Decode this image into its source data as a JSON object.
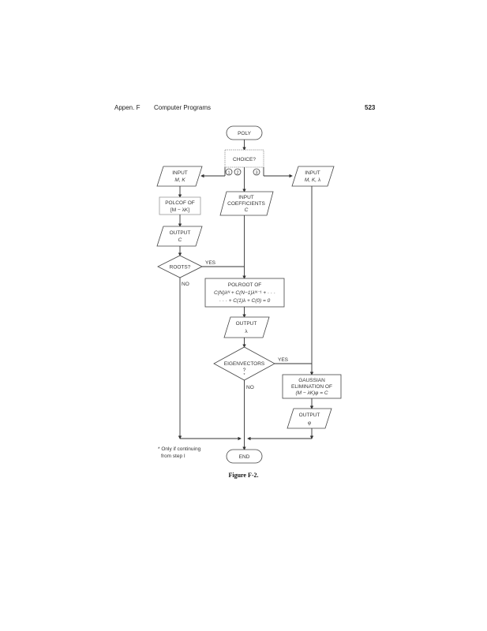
{
  "header": {
    "section": "Appen. F",
    "title": "Computer Programs",
    "page_number": "523"
  },
  "flowchart": {
    "start": "POLY",
    "choice": "CHOICE?",
    "choice_options": [
      "1",
      "2",
      "3"
    ],
    "input_m_k": [
      "INPUT",
      "M, K"
    ],
    "polcof": [
      "POLCOF OF",
      "[M − λK]"
    ],
    "output_c": [
      "OUTPUT",
      "C"
    ],
    "roots_decision": "ROOTS?",
    "input_coefficients": [
      "INPUT",
      "COEFFICIENTS",
      "C"
    ],
    "input_m_k_lambda": [
      "INPUT",
      "M, K, λ"
    ],
    "polroot": [
      "POLROOT OF",
      "C(N)λᴺ + C(N−1)λᴺ⁻¹ + · · ·",
      "· · · + C(1)λ + C(0) = 0"
    ],
    "output_lambda": [
      "OUTPUT",
      "λ"
    ],
    "eigenvectors_decision": [
      "EIGENVECTORS",
      "?",
      "*"
    ],
    "gaussian": [
      "GAUSSIAN",
      "ELIMINATION OF",
      "(M − λK)φ = C"
    ],
    "output_phi": [
      "OUTPUT",
      "φ"
    ],
    "end": "END",
    "yes_label": "YES",
    "no_label": "NO"
  },
  "footnote": [
    "* Only if continuing",
    "from step I"
  ],
  "caption": "Figure F-2."
}
